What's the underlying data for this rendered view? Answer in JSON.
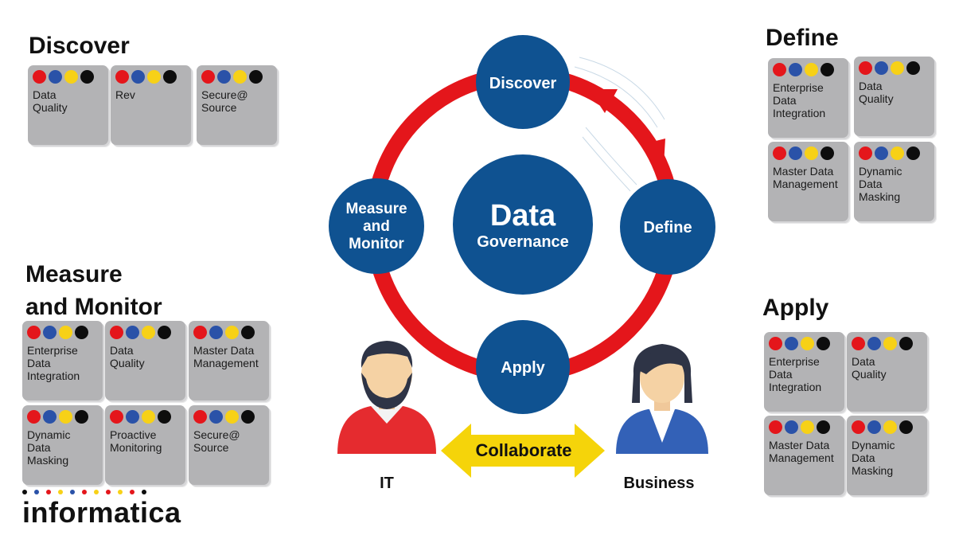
{
  "colors": {
    "node_blue": "#0f5291",
    "ring_red": "#e4161b",
    "arrow_yellow": "#f5d40a",
    "tile_gray": "#b3b3b5",
    "dot_red": "#e4161b",
    "dot_blue": "#2a52a8",
    "dot_yellow": "#f7d117",
    "dot_black": "#0d0d0d"
  },
  "center": {
    "line1": "Data",
    "line2": "Governance"
  },
  "nodes": {
    "discover": "Discover",
    "define": "Define",
    "apply": "Apply",
    "measure": [
      "Measure",
      "and",
      "Monitor"
    ]
  },
  "people": {
    "it_label": "IT",
    "business_label": "Business",
    "collaborate": "Collaborate"
  },
  "panels": {
    "discover": {
      "title": "Discover",
      "tiles": [
        "Data\nQuality",
        "Rev",
        "Secure@\nSource"
      ]
    },
    "define": {
      "title": "Define",
      "tiles": [
        "Enterprise\nData\nIntegration",
        "Data\nQuality",
        "Master Data\nManagement",
        "Dynamic\nData\nMasking"
      ]
    },
    "measure": {
      "title_line1": "Measure",
      "title_line2": "and Monitor",
      "tiles": [
        "Enterprise\nData\nIntegration",
        "Data\nQuality",
        "Master Data\nManagement",
        "Dynamic\nData\nMasking",
        "Proactive\nMonitoring",
        "Secure@\nSource"
      ]
    },
    "apply": {
      "title": "Apply",
      "tiles": [
        "Enterprise\nData\nIntegration",
        "Data\nQuality",
        "Master Data\nManagement",
        "Dynamic\nData\nMasking"
      ]
    }
  },
  "brand": {
    "name": "informatica"
  }
}
